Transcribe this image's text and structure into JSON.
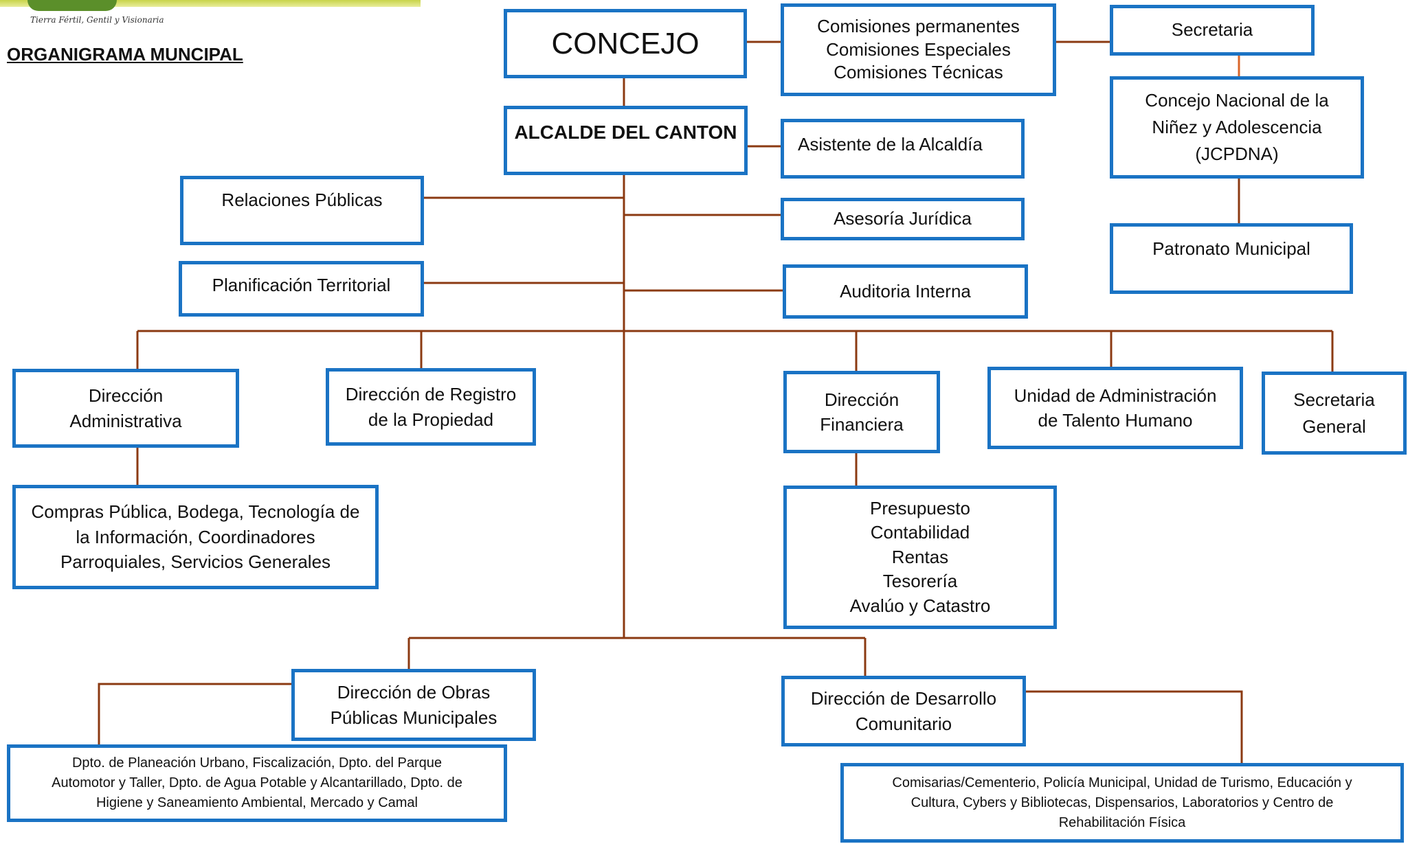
{
  "header": {
    "logo_motto": "Tierra Fértil, Gentil y Visionaria",
    "title": "ORGANIGRAMA MUNCIPAL"
  },
  "boxes": {
    "concejo": [
      "CONCEJO"
    ],
    "comisiones": [
      "Comisiones permanentes",
      "Comisiones Especiales",
      "Comisiones Técnicas"
    ],
    "secretaria": [
      "Secretaria"
    ],
    "jcpdna": [
      "Concejo Nacional de la",
      "Niñez y Adolescencia",
      "(JCPDNA)"
    ],
    "patronato": [
      "Patronato Municipal"
    ],
    "alcalde": [
      "ALCALDE DEL CANTON"
    ],
    "asistente": [
      "Asistente de la Alcaldía"
    ],
    "relaciones": [
      "Relaciones Públicas"
    ],
    "asesoria": [
      "Asesoría Jurídica"
    ],
    "planificacion": [
      "Planificación Territorial"
    ],
    "auditoria": [
      "Auditoria Interna"
    ],
    "dir_admin": [
      "Dirección",
      "Administrativa"
    ],
    "dir_registro": [
      "Dirección de Registro",
      "de la Propiedad"
    ],
    "dir_financiera": [
      "Dirección",
      "Financiera"
    ],
    "talento": [
      "Unidad de Administración",
      "de Talento Humano"
    ],
    "sec_general": [
      "Secretaria",
      "General"
    ],
    "compras": [
      "Compras Pública, Bodega, Tecnología de",
      "la Información, Coordinadores",
      "Parroquiales, Servicios Generales"
    ],
    "financiera_units": [
      "Presupuesto",
      "Contabilidad",
      "Rentas",
      "Tesorería",
      "Avalúo y Catastro"
    ],
    "obras": [
      "Dirección de Obras",
      "Públicas Municipales"
    ],
    "desarrollo": [
      "Dirección de Desarrollo",
      "Comunitario"
    ],
    "obras_units": [
      "Dpto. de Planeación Urbano, Fiscalización, Dpto. del Parque",
      "Automotor y Taller, Dpto. de Agua Potable y Alcantarillado, Dpto. de",
      "Higiene y Saneamiento Ambiental, Mercado y Camal"
    ],
    "desarrollo_units": [
      "Comisarias/Cementerio, Policía Municipal, Unidad de Turismo, Educación y",
      "Cultura, Cybers y Bibliotecas, Dispensarios, Laboratorios y Centro de",
      "Rehabilitación Física"
    ]
  },
  "colors": {
    "box_border": "#1a73c4",
    "connector": "#8b3a12",
    "logo_green": "#5b8f2a",
    "logo_band": "#d6df6a"
  }
}
